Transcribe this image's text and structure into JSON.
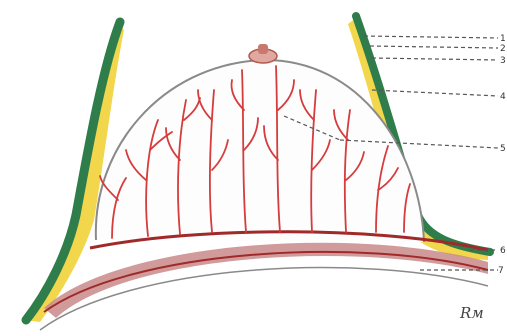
{
  "diagram": {
    "signature": "Rм",
    "edge_labels": [
      "1",
      "2",
      "3",
      "4",
      "5",
      "6",
      "7"
    ],
    "colors": {
      "skin": "#2f7d4a",
      "fat": "#f2d64b",
      "outline": "#8a8a8a",
      "vessel": "#d63c3c",
      "muscle_band": "#c98a8a",
      "leader_line": "#555555",
      "background": "#ffffff"
    }
  }
}
